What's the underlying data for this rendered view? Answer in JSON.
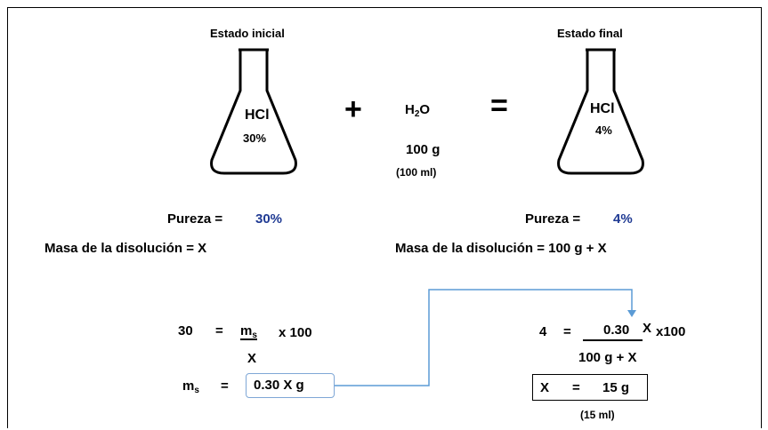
{
  "initial": {
    "title": "Estado inicial",
    "compound": "HCl",
    "percent": "30%",
    "purity_label": "Pureza =",
    "purity_value": "30%",
    "mass_label": "Masa de la disolución = X"
  },
  "water": {
    "formula_h": "H",
    "formula_sub": "2",
    "formula_o": "O",
    "mass": "100 g",
    "volume": "(100 ml)"
  },
  "operators": {
    "plus": "+",
    "equals": "="
  },
  "final": {
    "title": "Estado final",
    "compound": "HCl",
    "percent": "4%",
    "purity_label": "Pureza =",
    "purity_value": "4%",
    "mass_label": "Masa de la disolución = 100 g + X"
  },
  "equation_left": {
    "lhs": "30",
    "eq": "=",
    "numerator_m": "m",
    "numerator_sub": "s",
    "times": "x 100",
    "denominator": "X",
    "result_m": "m",
    "result_sub": "s",
    "result_eq": "=",
    "result_value": "0.30 X g"
  },
  "equation_right": {
    "lhs": "4",
    "eq": "=",
    "numerator": "0.30",
    "numerator_x": "X",
    "times": "x100",
    "denominator": "100 g + X",
    "result_x": "X",
    "result_eq": "=",
    "result_value": "15 g",
    "result_volume": "(15 ml)"
  },
  "colors": {
    "purity": "#1f3a93",
    "connector": "#5b9bd5",
    "box_blue": "#7fa7d6"
  }
}
